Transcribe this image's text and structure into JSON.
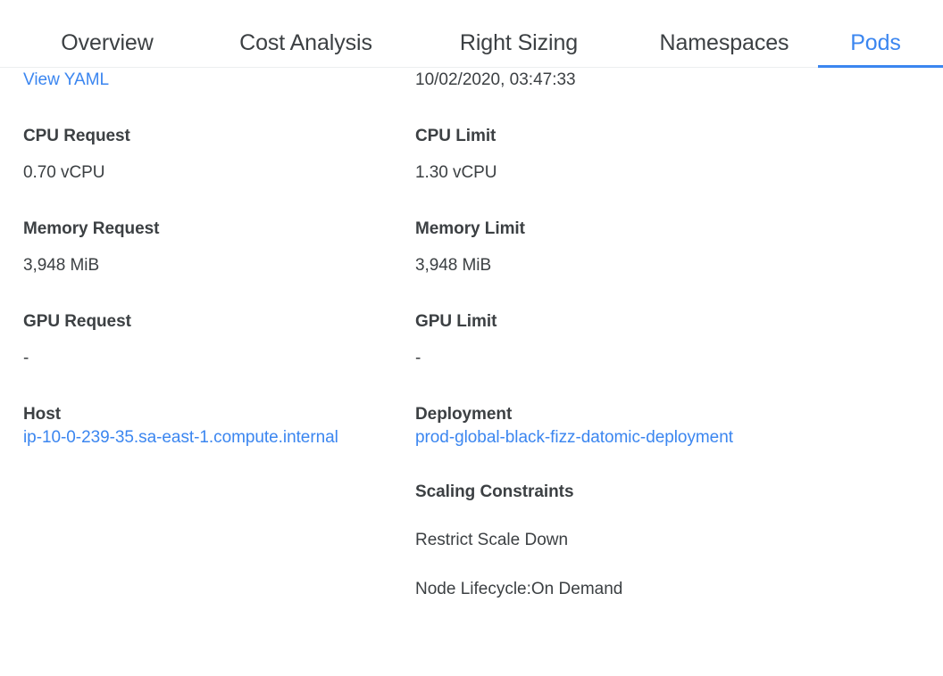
{
  "tabs": [
    {
      "label": "Overview",
      "active": false
    },
    {
      "label": "Cost Analysis",
      "active": false
    },
    {
      "label": "Right Sizing",
      "active": false
    },
    {
      "label": "Namespaces",
      "active": false
    },
    {
      "label": "Pods",
      "active": true
    }
  ],
  "theme": {
    "accent": "#3b86f0",
    "link": "#3b86f0",
    "text": "#3c4043",
    "divider": "#eceef0",
    "background": "#ffffff"
  },
  "left_column": {
    "view_yaml_link": "View YAML",
    "fields": [
      {
        "label": "CPU Request",
        "value": "0.70 vCPU"
      },
      {
        "label": "Memory Request",
        "value": "3,948 MiB"
      },
      {
        "label": "GPU Request",
        "value": "-"
      },
      {
        "label": "Host",
        "value": "ip-10-0-239-35.sa-east-1.compute.internal"
      }
    ]
  },
  "right_column": {
    "timestamp": "10/02/2020, 03:47:33",
    "fields": [
      {
        "label": "CPU Limit",
        "value": "1.30 vCPU"
      },
      {
        "label": "Memory Limit",
        "value": "3,948 MiB"
      },
      {
        "label": "GPU Limit",
        "value": "-"
      },
      {
        "label": "Deployment",
        "value": "prod-global-black-fizz-datomic-deployment"
      }
    ],
    "scaling_constraints": {
      "title": "Scaling Constraints",
      "items": [
        "Restrict Scale Down",
        "Node Lifecycle:On Demand"
      ]
    }
  }
}
